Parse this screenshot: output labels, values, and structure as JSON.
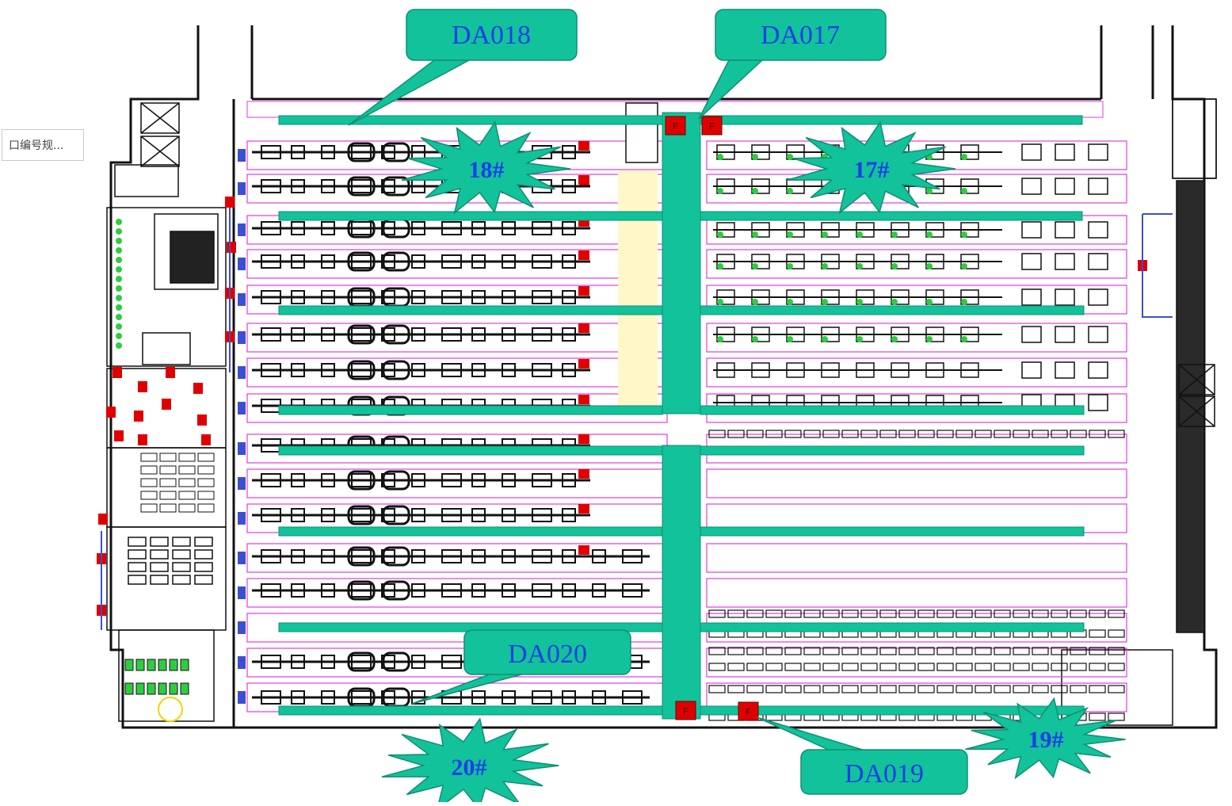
{
  "search": {
    "text": "口编号规..."
  },
  "callouts": [
    {
      "id": "DA018",
      "label": "DA018"
    },
    {
      "id": "DA017",
      "label": "DA017"
    },
    {
      "id": "DA020",
      "label": "DA020"
    },
    {
      "id": "DA019",
      "label": "DA019"
    }
  ],
  "zones": [
    {
      "id": "18",
      "label": "18#"
    },
    {
      "id": "17",
      "label": "17#"
    },
    {
      "id": "20",
      "label": "20#"
    },
    {
      "id": "19",
      "label": "19#"
    }
  ],
  "markers": [
    {
      "id": "f1",
      "label": "F"
    },
    {
      "id": "f2",
      "label": "F"
    },
    {
      "id": "f3",
      "label": "F"
    },
    {
      "id": "f4",
      "label": "F"
    }
  ],
  "colors": {
    "accent": "#12c29a",
    "accent_edge": "#0f8f72",
    "label_text": "#1a3fe8",
    "marker": "#e00000",
    "lane": "#e23be0",
    "wall": "#111111",
    "pipe": "#3b4fd0"
  }
}
